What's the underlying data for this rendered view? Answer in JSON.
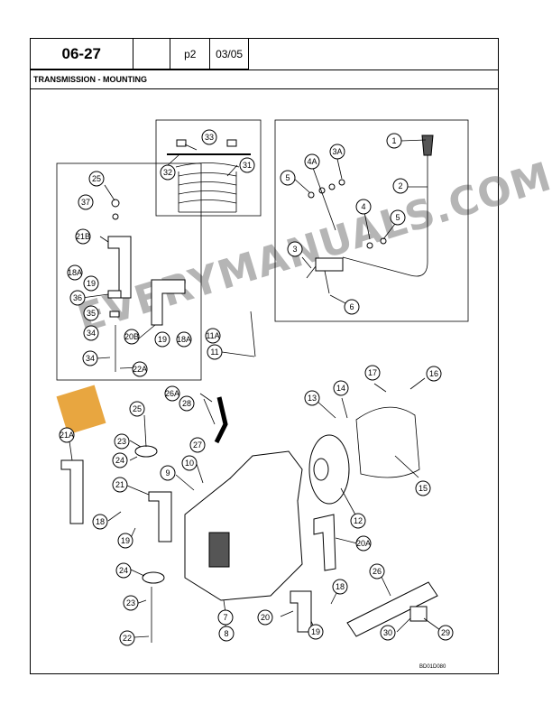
{
  "header": {
    "section_number": "06-27",
    "page": "p2",
    "date": "03/05",
    "title": "TRANSMISSION - MOUNTING"
  },
  "drawing_code": "BD01D080",
  "watermark": "EVERYMANUALS.COM",
  "callouts": {
    "c1": "1",
    "c2": "2",
    "c3": "3",
    "c3a": "3A",
    "c4": "4",
    "c4a": "4A",
    "c5a": "5",
    "c5b": "5",
    "c6": "6",
    "c7": "7",
    "c8": "8",
    "c9": "9",
    "c10": "10",
    "c11": "11",
    "c11a": "11A",
    "c12": "12",
    "c13": "13",
    "c14": "14",
    "c15": "15",
    "c16": "16",
    "c17": "17",
    "c18a": "18",
    "c18b": "18",
    "c18Aa": "18A",
    "c18Ab": "18A",
    "c19a": "19",
    "c19b": "19",
    "c19c": "19",
    "c19d": "19",
    "c20": "20",
    "c20A": "20A",
    "c20B": "20B",
    "c21": "21",
    "c21A": "21A",
    "c21B": "21B",
    "c22": "22",
    "c22A": "22A",
    "c23a": "23",
    "c23b": "23",
    "c24a": "24",
    "c24b": "24",
    "c25a": "25",
    "c25b": "25",
    "c26": "26",
    "c26A": "26A",
    "c27": "27",
    "c28": "28",
    "c29": "29",
    "c30": "30",
    "c31": "31",
    "c32": "32",
    "c33": "33",
    "c34a": "34",
    "c34b": "34",
    "c35": "35",
    "c36": "36",
    "c37": "37"
  }
}
